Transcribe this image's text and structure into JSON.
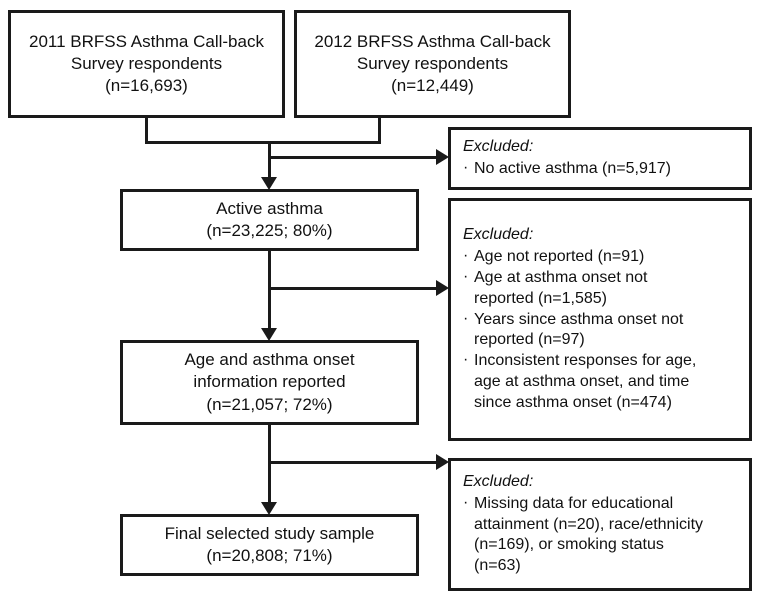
{
  "figure": {
    "type": "flowchart",
    "orientation": "top-to-bottom"
  },
  "sources": [
    {
      "id": "src-2011",
      "line1": "2011 BRFSS Asthma Call-back",
      "line2": "Survey respondents",
      "line3": "(n=16,693)"
    },
    {
      "id": "src-2012",
      "line1": "2012 BRFSS Asthma Call-back",
      "line2": "Survey respondents",
      "line3": "(n=12,449)"
    }
  ],
  "flow": [
    {
      "id": "flow-active",
      "line1": "Active asthma",
      "line2": "(n=23,225; 80%)",
      "line3": ""
    },
    {
      "id": "flow-onset",
      "line1": "Age and asthma onset",
      "line2": "information reported",
      "line3": "(n=21,057; 72%)"
    },
    {
      "id": "flow-final",
      "line1": "Final selected study sample",
      "line2": "(n=20,808; 71%)",
      "line3": ""
    }
  ],
  "excluded": [
    {
      "id": "exc-1",
      "title": "Excluded:",
      "items": [
        "No active asthma (n=5,917)"
      ]
    },
    {
      "id": "exc-2",
      "title": "Excluded:",
      "items": [
        "Age not reported (n=91)",
        "Age at asthma onset not\nreported (n=1,585)",
        "Years since asthma onset not\nreported (n=97)",
        "Inconsistent responses for age,\nage at asthma onset, and time\nsince asthma onset (n=474)"
      ]
    },
    {
      "id": "exc-3",
      "title": "Excluded:",
      "items": [
        "Missing data for educational\nattainment (n=20), race/ethnicity\n(n=169), or smoking status\n(n=63)"
      ]
    }
  ],
  "colors": {
    "stroke": "#1a1a1a",
    "background": "#ffffff",
    "text": "#111111"
  }
}
